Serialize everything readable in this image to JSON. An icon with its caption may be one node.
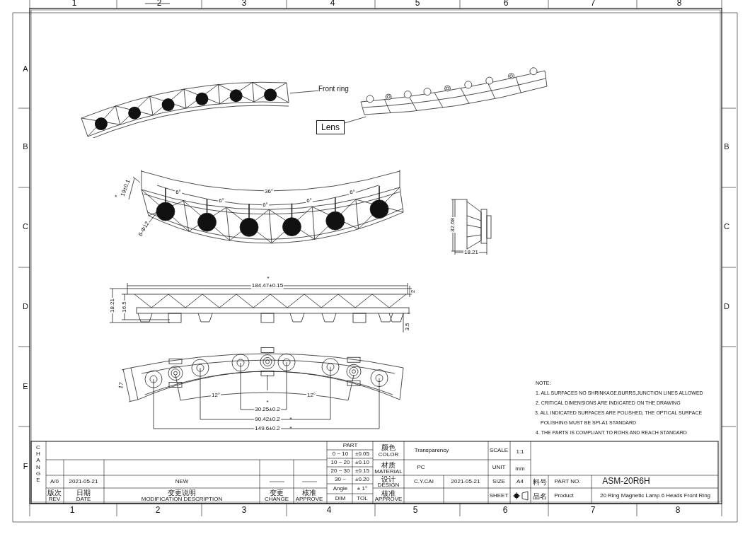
{
  "diagram": {
    "nodes": [
      {
        "text": [],
        "shape": "picture"
      },
      {
        "text": [
          "Front ring"
        ]
      },
      {
        "text": [],
        "shape": "picture"
      },
      {
        "text": [
          "Lens"
        ]
      }
    ],
    "edges": [
      {
        "from": 1,
        "to": 0,
        "arrow": "none"
      },
      {
        "from": 3,
        "to": 2,
        "arrow": "none"
      }
    ],
    "labels": [
      "1",
      "2",
      "3",
      "4",
      "5",
      "6",
      "7",
      "8",
      "A",
      "B",
      "C",
      "D",
      "E",
      "F",
      "B",
      "C",
      "D",
      "19±0.1",
      "*",
      "6°",
      "36°",
      "6°",
      "6°",
      "6°",
      "6°",
      "6-Φ12",
      "32.68",
      "18.21",
      "*",
      "184.47±0.15",
      "18.21",
      "16.5",
      "2",
      "3.5",
      "17",
      "12°",
      "12°",
      "*",
      "30.25±0.2",
      "90.42±0.2",
      "*",
      "149.6±0.2",
      "*",
      "NOTE:",
      "1. ALL SURFACES NO SHRINKAGE,BURRS,JUNCTION LINES ALLOWED",
      "2. CRITICAL DIMENSIONS ARE INDICATED ON THE DRAWING",
      "3. ALL INDICATED SURFACES ARE POLISHED, THE OPTICAL SURFACE POLISHING MUST BE SPI-A1 STANDARD",
      "4. THE PARTS IS COMPLIANT TO ROHS AND REACH STANDARD",
      "CHANGE",
      "A/0",
      "2021-05-21",
      "NEW",
      "版次",
      "REV",
      "日期",
      "DATE",
      "变更说明",
      "MODIFICATION DESCRIPTION",
      "变更",
      "CHANGE",
      "核准",
      "APPROVE",
      "PART",
      "0 ~ 10",
      "±0.05",
      "10 ~ 20",
      "±0.10",
      "20 ~ 30",
      "±0.15",
      "30 ~",
      "±0.20",
      "Angle",
      "± 1°",
      "DIM",
      "TOL",
      "颜色",
      "COLOR",
      "Transparency",
      "材质",
      "MATERIAL",
      "PC",
      "设计",
      "DESIGN",
      "C.Y.CAI",
      "2021-05-21",
      "核准",
      "APPROVE",
      "SCALE",
      "1:1",
      "UNIT",
      "mm",
      "SIZE",
      "A4",
      "SHEET",
      "料号",
      "PART NO.",
      "ASM-20R6H",
      "品名",
      "Product",
      "20 Ring Magnetic Lamp 6 Heads Front Ring",
      "1",
      "2",
      "3",
      "4",
      "5",
      "6",
      "7",
      "8"
    ]
  }
}
